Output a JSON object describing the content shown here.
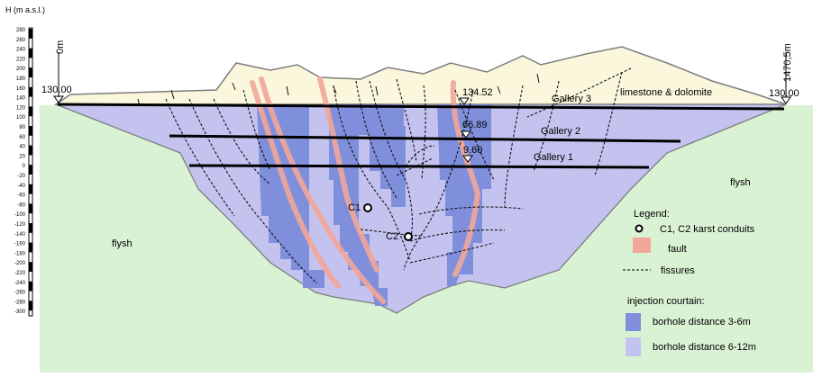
{
  "axis": {
    "label": "H  (m a.s.l.)",
    "ticks": [
      "280",
      "260",
      "240",
      "220",
      "200",
      "180",
      "160",
      "140",
      "120",
      "100",
      "80",
      "60",
      "40",
      "20",
      "0",
      "-20",
      "-40",
      "-60",
      "-80",
      "-100",
      "-120",
      "-140",
      "-160",
      "-180",
      "-200",
      "-220",
      "-240",
      "-260",
      "-280",
      "-300"
    ]
  },
  "section": {
    "left_chainage": "0m",
    "right_chainage": "1470,5m",
    "left_level": "130.00",
    "right_level": "130.00"
  },
  "galleries": [
    {
      "name": "Gallery 3",
      "level": "134.52"
    },
    {
      "name": "Gallery 2",
      "level": "66.89"
    },
    {
      "name": "Gallery 1",
      "level": "9.60"
    }
  ],
  "geology": {
    "limestone": "limestone & dolomite",
    "flysh_left": "flysh",
    "flysh_right": "flysh"
  },
  "conduits": [
    {
      "label": "C1"
    },
    {
      "label": "C2"
    }
  ],
  "legend": {
    "title": "Legend:",
    "items": [
      {
        "label": "C1, C2 karst conduits",
        "symbol": "circle"
      },
      {
        "label": "fault",
        "symbol": "fault-swatch"
      },
      {
        "label": "fissures",
        "symbol": "dash-line"
      }
    ],
    "curtain_title": "injection courtain:",
    "curtain_items": [
      {
        "label": "borhole distance 3-6m",
        "color": "#7f8fdc"
      },
      {
        "label": "borhole distance 6-12m",
        "color": "#c4c3f0"
      }
    ]
  },
  "colors": {
    "flysh": "#d9f2d3",
    "limestone": "#fbf7dc",
    "curtain_light": "#c4c3f0",
    "curtain_dark": "#7f8fdc",
    "fault": "#f2a79a"
  }
}
